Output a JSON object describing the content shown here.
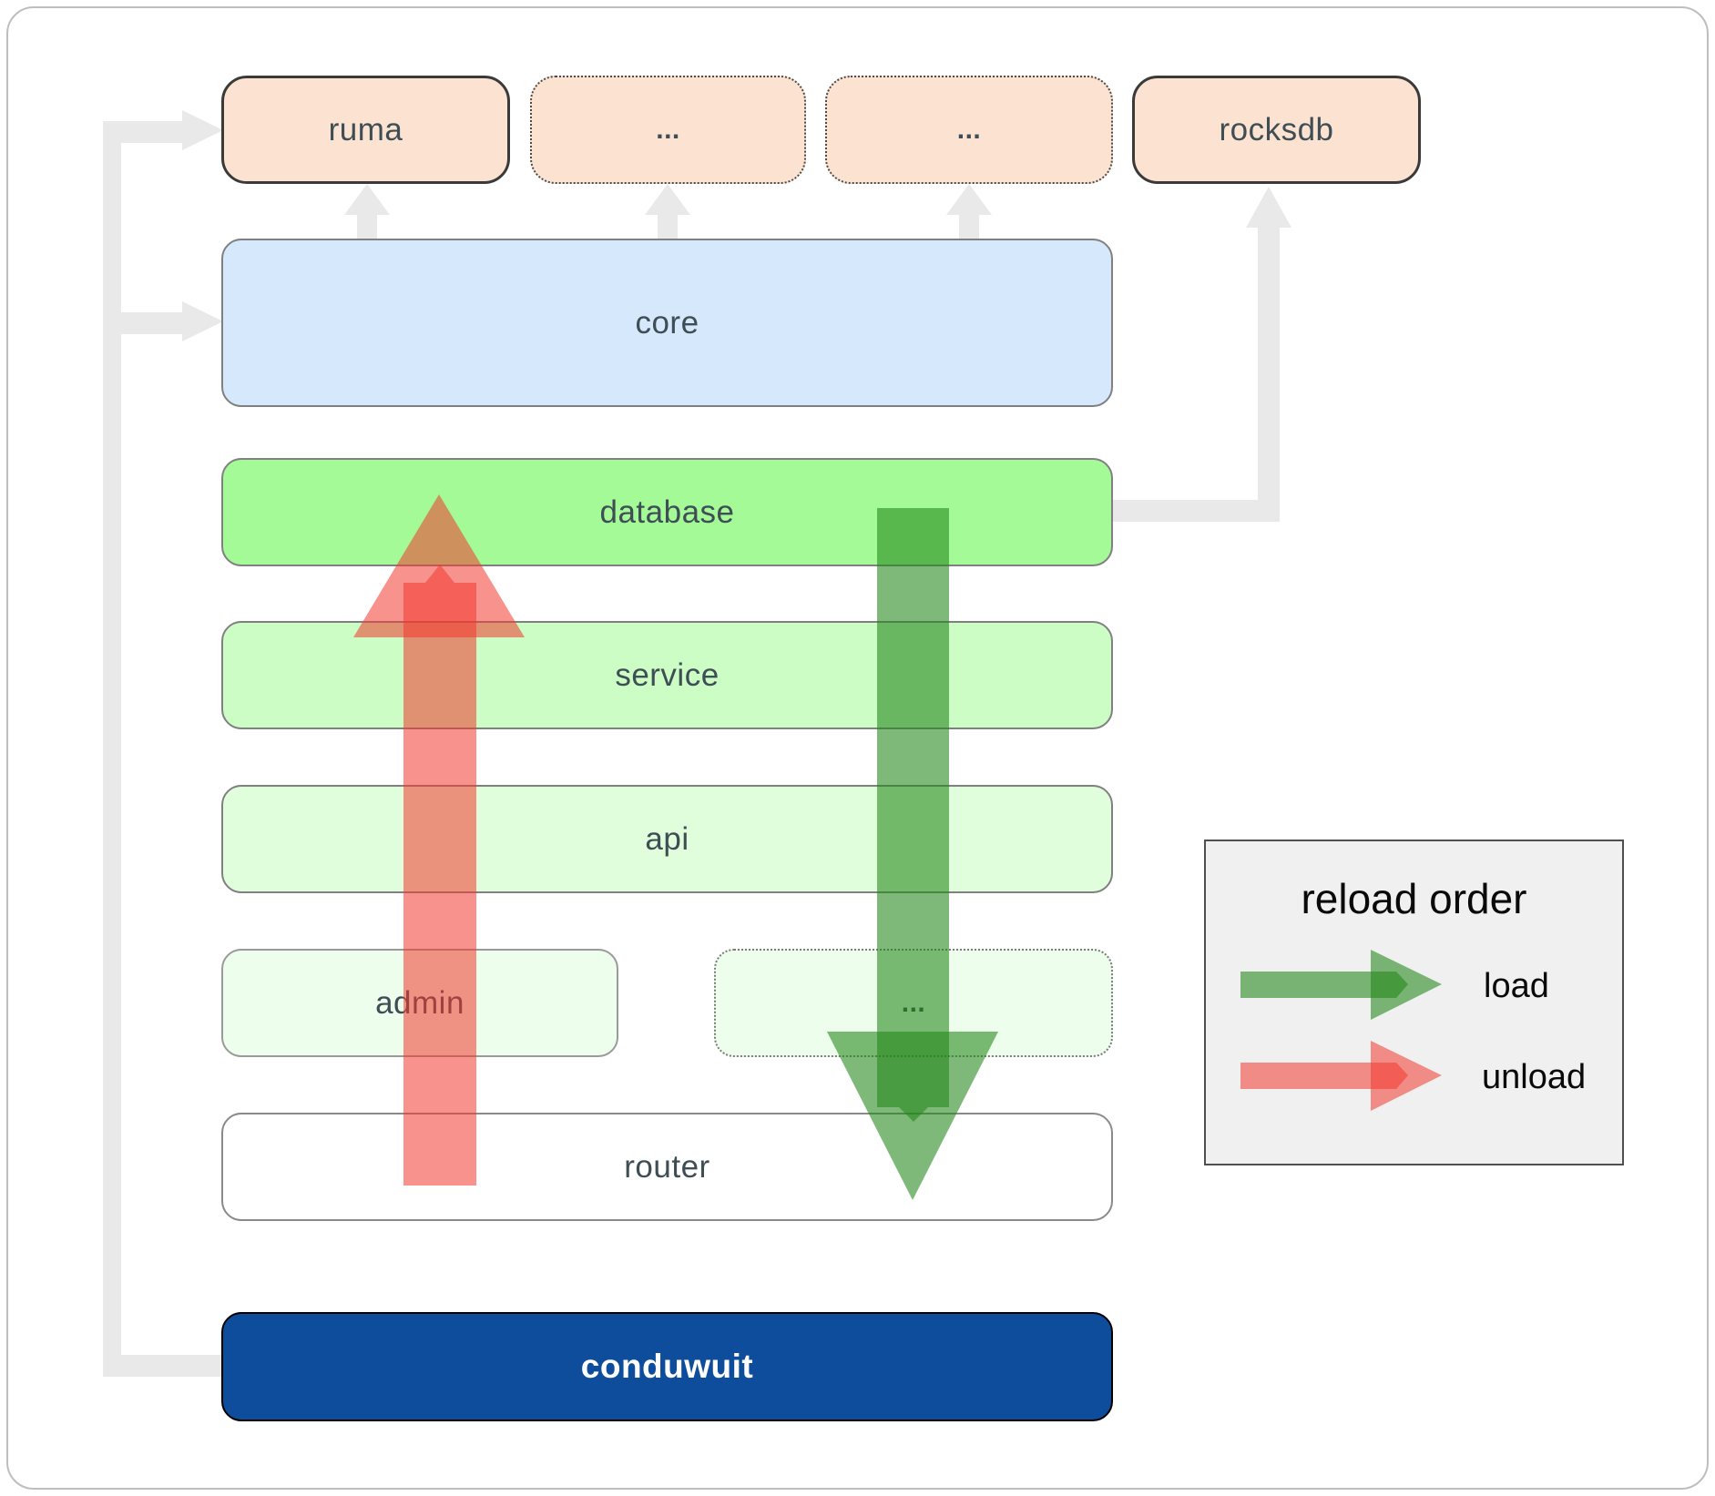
{
  "diagram": {
    "top_row": [
      {
        "label": "ruma"
      },
      {
        "label": "..."
      },
      {
        "label": "..."
      },
      {
        "label": "rocksdb"
      }
    ],
    "layers": {
      "core": {
        "label": "core"
      },
      "database": {
        "label": "database"
      },
      "service": {
        "label": "service"
      },
      "api": {
        "label": "api"
      },
      "admin": {
        "label": "admin"
      },
      "admin_dots": {
        "label": "..."
      },
      "router": {
        "label": "router"
      },
      "conduwuit": {
        "label": "conduwuit"
      }
    }
  },
  "legend": {
    "title": "reload order",
    "items": [
      {
        "label": "load",
        "color": "green"
      },
      {
        "label": "unload",
        "color": "red"
      }
    ]
  },
  "colors": {
    "peach": "#fce3d1",
    "blue": "#d6e8fb",
    "green_bright": "#a3fa97",
    "green_light": "#cbfdc5",
    "green_lighter": "#e0fedb",
    "green_faint": "#eefeec",
    "navy": "#0e4d9b",
    "label": "#3f4d55",
    "border_gray": "#808080",
    "border_dark": "#3a3a3a",
    "connector": "#e9e9e9",
    "arrow_green": "#228618",
    "arrow_red": "#f2392d",
    "legend_bg": "#f0f0f0",
    "legend_border": "#4f4f4f"
  }
}
